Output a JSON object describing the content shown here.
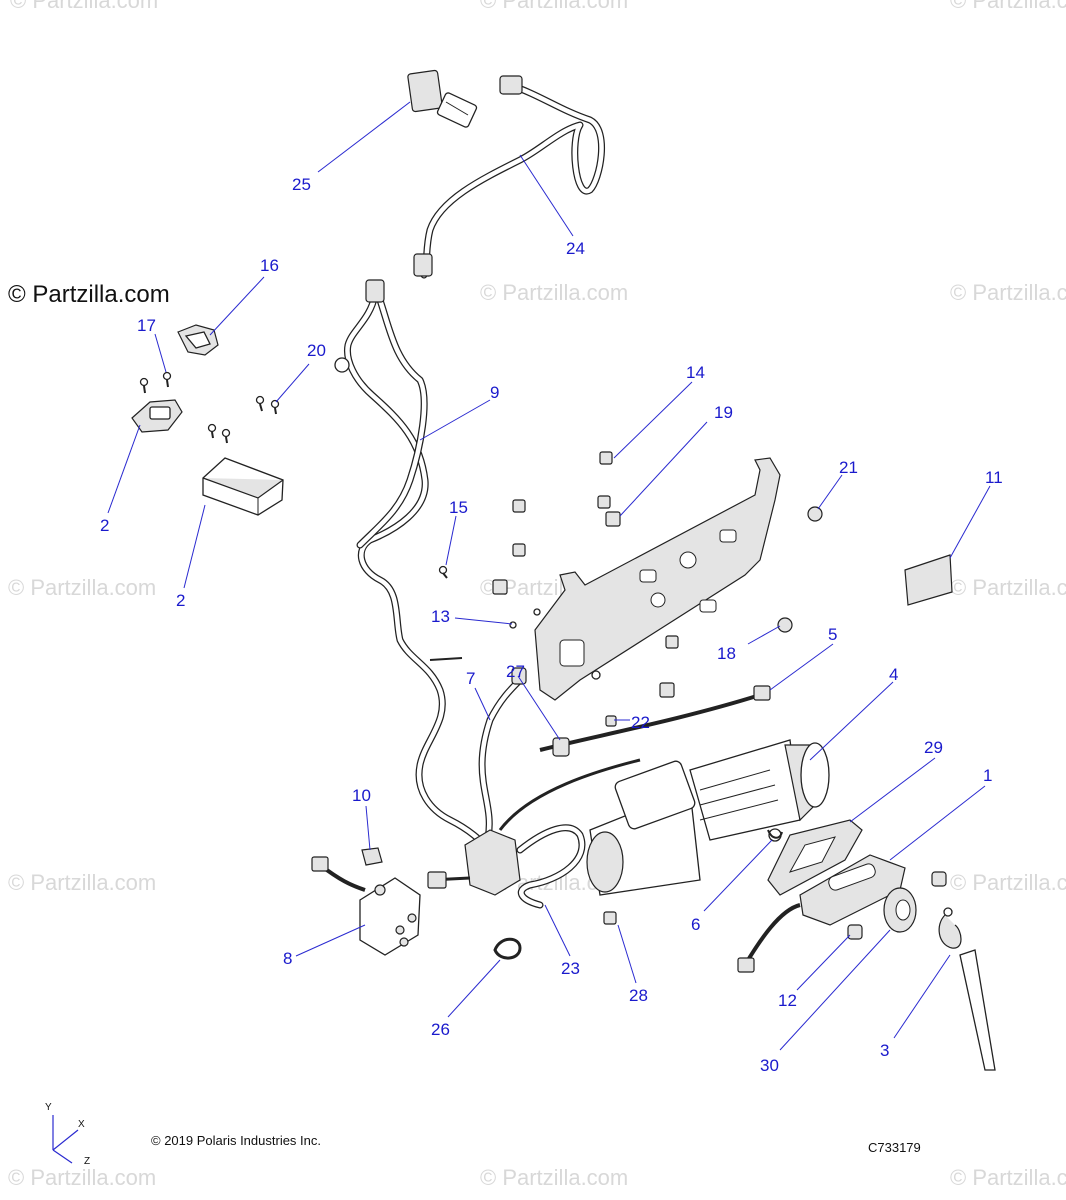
{
  "watermark": {
    "brand": "© Partzilla.com",
    "brand_faded": "© Partzilla.com"
  },
  "copyright": "© 2019 Polaris Industries Inc.",
  "drawing_code": "C733179",
  "axes": {
    "y": "Y",
    "x": "X",
    "z": "Z"
  },
  "callouts": {
    "c1": "1",
    "c2a": "2",
    "c2b": "2",
    "c3": "3",
    "c4": "4",
    "c5": "5",
    "c6": "6",
    "c7": "7",
    "c8": "8",
    "c9": "9",
    "c10": "10",
    "c11": "11",
    "c12": "12",
    "c13": "13",
    "c14": "14",
    "c15": "15",
    "c16": "16",
    "c17": "17",
    "c18": "18",
    "c19": "19",
    "c20": "20",
    "c21": "21",
    "c22": "22",
    "c23": "23",
    "c24": "24",
    "c25": "25",
    "c26": "26",
    "c27": "27",
    "c28": "28",
    "c29": "29",
    "c30": "30"
  },
  "colors": {
    "callout": "#1a1acc",
    "leader": "#2a2ad0",
    "linework": "#222222",
    "watermark": "#d8d8d8"
  }
}
